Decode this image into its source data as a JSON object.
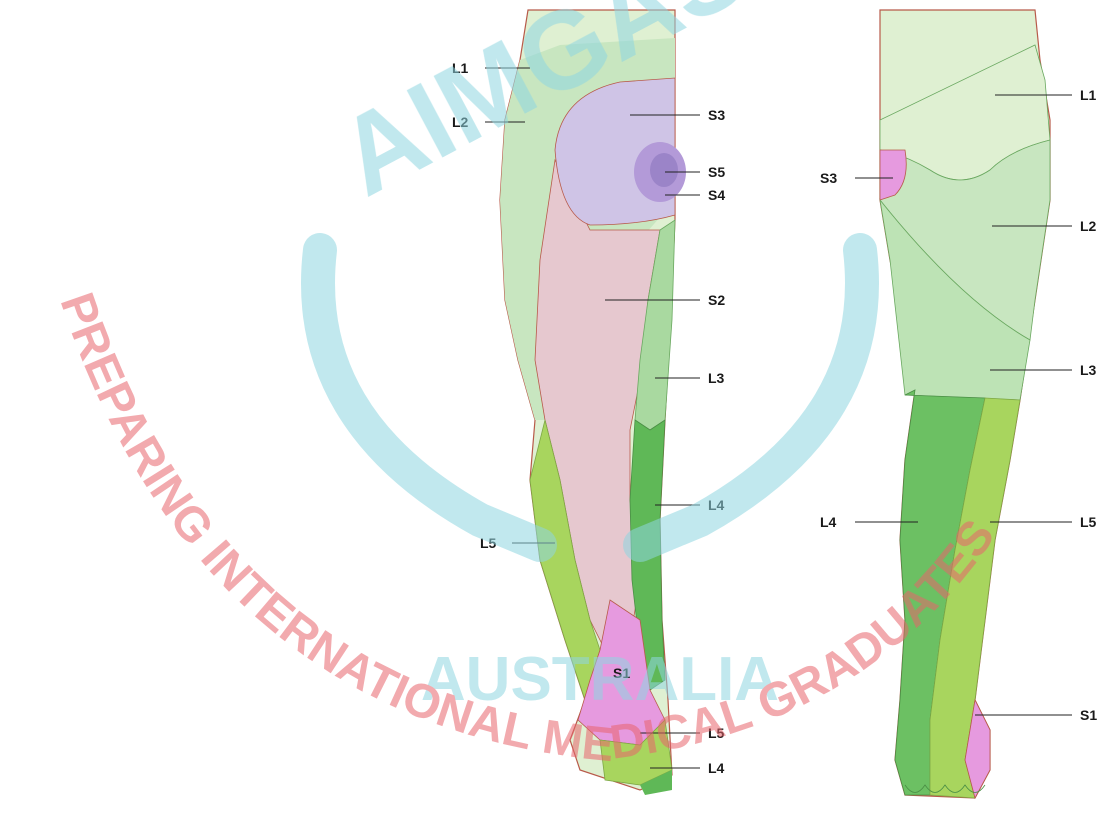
{
  "watermark": {
    "top_text": "AIMGAS",
    "arc_text": "PREPARING INTERNATIONAL MEDICAL GRADUATES",
    "center_text": "AUSTRALIA"
  },
  "colors": {
    "skin": "#f3dcbf",
    "L1": "#dff0d2",
    "L2": "#c8e6c0",
    "L3": "#bde3b5",
    "L4": "#6cc063",
    "L5": "#a8d55e",
    "S1": "#e69adf",
    "S2": "#e6c8cf",
    "S3": "#cfc4e6",
    "S4": "#b39ad8",
    "S5": "#9b84c8",
    "watermark_red": "#e8646c",
    "watermark_teal": "#8fd6e0",
    "outline": "#b85a4a"
  },
  "posterior_labels": {
    "L1": "L1",
    "L2": "L2",
    "S3": "S3",
    "S5": "S5",
    "S4": "S4",
    "S2": "S2",
    "L3": "L3",
    "L4": "L4",
    "L5": "L5",
    "S1": "S1",
    "L5_foot": "L5",
    "L4_foot": "L4"
  },
  "anterior_labels": {
    "L1": "L1",
    "S3": "S3",
    "L2": "L2",
    "L3": "L3",
    "L4": "L4",
    "L5": "L5",
    "S1": "S1"
  }
}
